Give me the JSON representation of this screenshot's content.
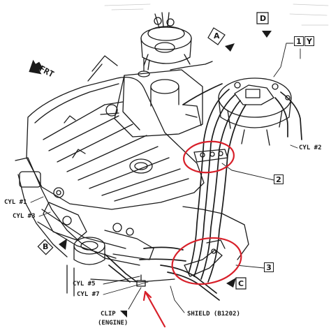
{
  "labels": {
    "frt": "FRT",
    "cyl_1": "CYL #1",
    "cyl_3": "CYL #3",
    "cyl_5": "CYL #5",
    "cyl_7": "CYL #7",
    "cyl_2": "CYL #2",
    "clip": "CLIP",
    "clip_engine": "(ENGINE)",
    "shield": "SHIELD (B1202)"
  },
  "views": {
    "a": "A",
    "b": "B",
    "c": "C",
    "d": "D"
  },
  "callouts": {
    "one": "1",
    "y": "Y",
    "two": "2",
    "three": "3"
  },
  "colors": {
    "ink": "#1a1a1a",
    "highlight_red": "#d8202a"
  }
}
